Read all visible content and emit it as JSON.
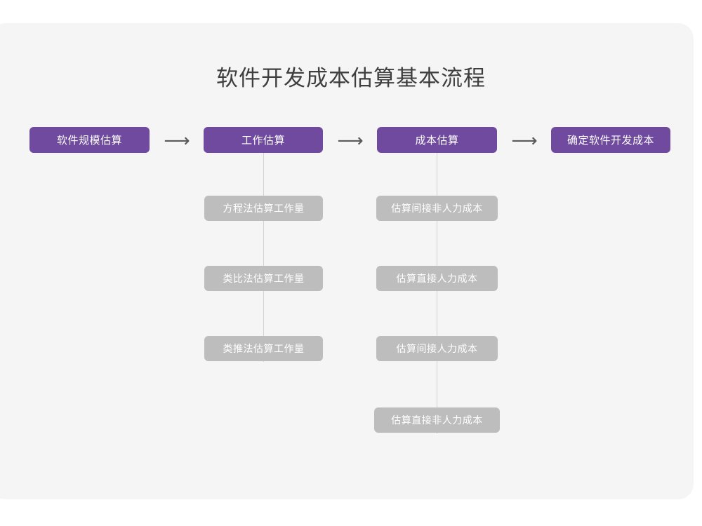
{
  "diagram": {
    "title": "软件开发成本估算基本流程",
    "colors": {
      "card_background": "#f5f5f5",
      "page_background": "#ffffff",
      "primary_node": "#6f4a9e",
      "sub_node": "#bdbdbd",
      "node_text": "#ffffff",
      "title_text": "#3f3f3f",
      "connector": "#d2d2d2",
      "arrow": "#5a5a5a"
    },
    "arrow_glyph": "⟶",
    "main_flow": [
      {
        "id": "scale",
        "label": "软件规模估算"
      },
      {
        "id": "effort",
        "label": "工作估算"
      },
      {
        "id": "cost",
        "label": "成本估算"
      },
      {
        "id": "final",
        "label": "确定软件开发成本"
      }
    ],
    "arrows": [
      {
        "id": "arrow-1",
        "glyph": "⟶"
      },
      {
        "id": "arrow-2",
        "glyph": "⟶"
      },
      {
        "id": "arrow-3",
        "glyph": "⟶"
      }
    ],
    "branches": {
      "effort": [
        {
          "label": "方程法估算工作量"
        },
        {
          "label": "类比法估算工作量"
        },
        {
          "label": "类推法估算工作量"
        }
      ],
      "cost": [
        {
          "label": "估算间接非人力成本"
        },
        {
          "label": "估算直接人力成本"
        },
        {
          "label": "估算间接人力成本"
        },
        {
          "label": "估算直接非人力成本"
        }
      ]
    }
  }
}
